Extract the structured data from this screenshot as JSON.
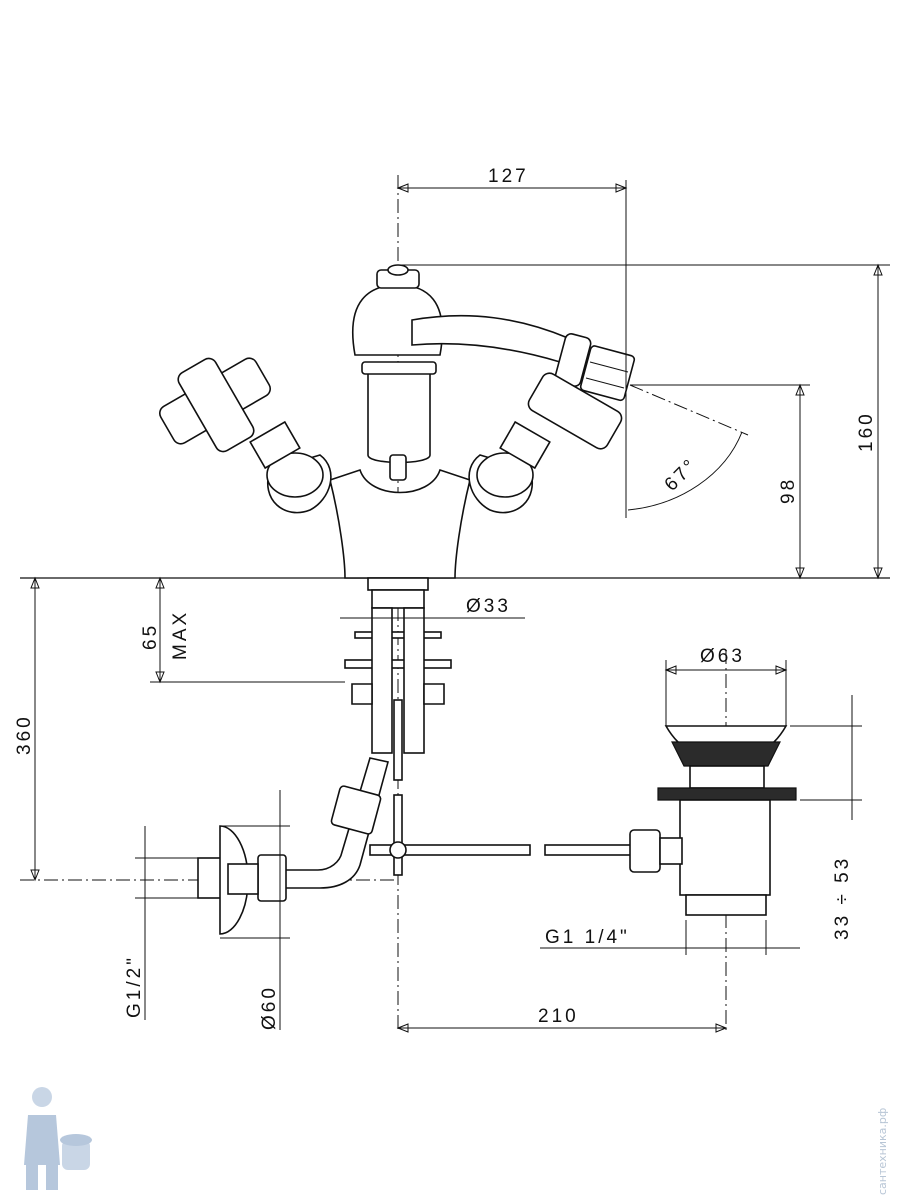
{
  "dimensions": {
    "spout_reach": "127",
    "overall_height": "160",
    "spout_height": "98",
    "spray_angle": "67°",
    "thread_diameter": "Ø33",
    "clamp_max_label": "65\nMAX",
    "clamp_max_value": "65",
    "clamp_max_unit": "MAX",
    "total_depth": "360",
    "waste_diameter": "Ø63",
    "waste_range": "33 ÷ 53",
    "waste_thread": "G1 1/4\"",
    "supply_thread": "G1/2\"",
    "escutcheon_diameter": "Ø60",
    "waste_distance": "210"
  },
  "watermark": {
    "text": "сантехника.рф"
  }
}
